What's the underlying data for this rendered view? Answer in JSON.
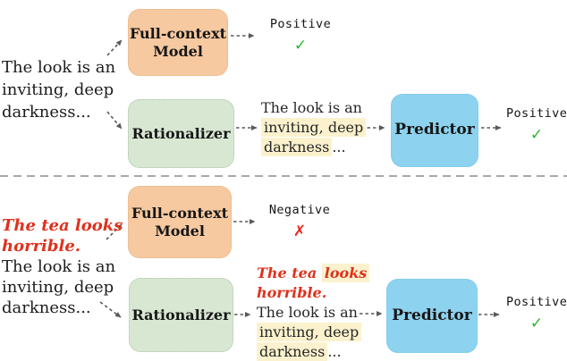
{
  "palette": {
    "full_context_box": "#F6C9A0",
    "rationalizer_box": "#D8E7D2",
    "predictor_box": "#8DD2EE",
    "rationale_highlight": "#FBF2CD",
    "injected_text_red": "#E0301C",
    "check_green": "#2BB52B",
    "cross_red": "#E8281E",
    "arrow_gray": "#5A5A5A"
  },
  "top_row": {
    "input_text": {
      "lines": [
        "The look is an",
        "inviting, deep",
        "darkness..."
      ]
    },
    "full_context_model": {
      "label_line1": "Full-context",
      "label_line2": "Model"
    },
    "full_context_prediction": {
      "label": "Positive",
      "mark": "✓"
    },
    "rationalizer": {
      "label": "Rationalizer"
    },
    "rationale": {
      "line1": {
        "seg1": "The look is an"
      },
      "line2": {
        "seg1": "inviting, deep"
      },
      "line3": {
        "seg1": "darkness",
        "seg2": "..."
      }
    },
    "predictor": {
      "label": "Predictor"
    },
    "predictor_prediction": {
      "label": "Positive",
      "mark": "✓"
    }
  },
  "bottom_row": {
    "injected_sentence": {
      "lines": [
        "The tea looks",
        "horrible."
      ]
    },
    "input_text": {
      "lines": [
        "The look is an",
        "inviting, deep",
        "darkness..."
      ]
    },
    "full_context_model": {
      "label_line1": "Full-context",
      "label_line2": "Model"
    },
    "full_context_prediction": {
      "label": "Negative",
      "mark": "✗"
    },
    "rationalizer": {
      "label": "Rationalizer"
    },
    "rationale": {
      "line1": {
        "seg1": "The tea ",
        "seg2": "looks"
      },
      "line2": {
        "seg1": "horrible."
      },
      "line3": {
        "seg1": "The look is an"
      },
      "line4": {
        "seg1": "inviting, deep"
      },
      "line5": {
        "seg1": "darkness",
        "seg2": "..."
      }
    },
    "predictor": {
      "label": "Predictor"
    },
    "predictor_prediction": {
      "label": "Positive",
      "mark": "✓"
    }
  }
}
